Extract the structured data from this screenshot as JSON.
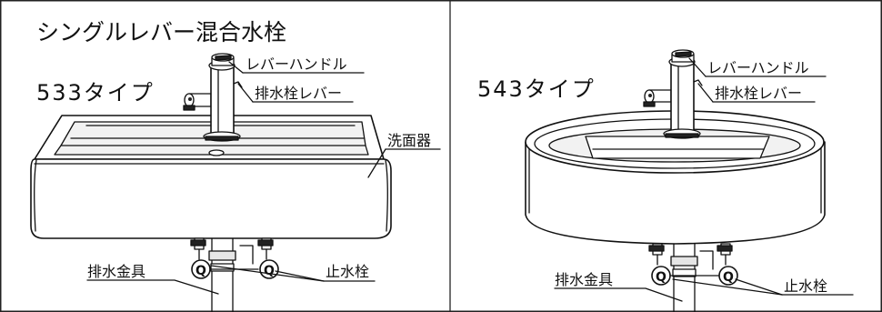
{
  "title": "シングルレバー混合水栓",
  "panels": [
    {
      "type_label": "533タイプ",
      "labels": {
        "lever_handle": "レバーハンドル",
        "drain_lever": "排水栓レバー",
        "basin": "洗面器",
        "drain_fitting": "排水金具",
        "stop_valve": "止水栓"
      }
    },
    {
      "type_label": "543タイプ",
      "labels": {
        "lever_handle": "レバーハンドル",
        "drain_lever": "排水栓レバー",
        "drain_fitting": "排水金具",
        "stop_valve": "止水栓"
      }
    }
  ]
}
